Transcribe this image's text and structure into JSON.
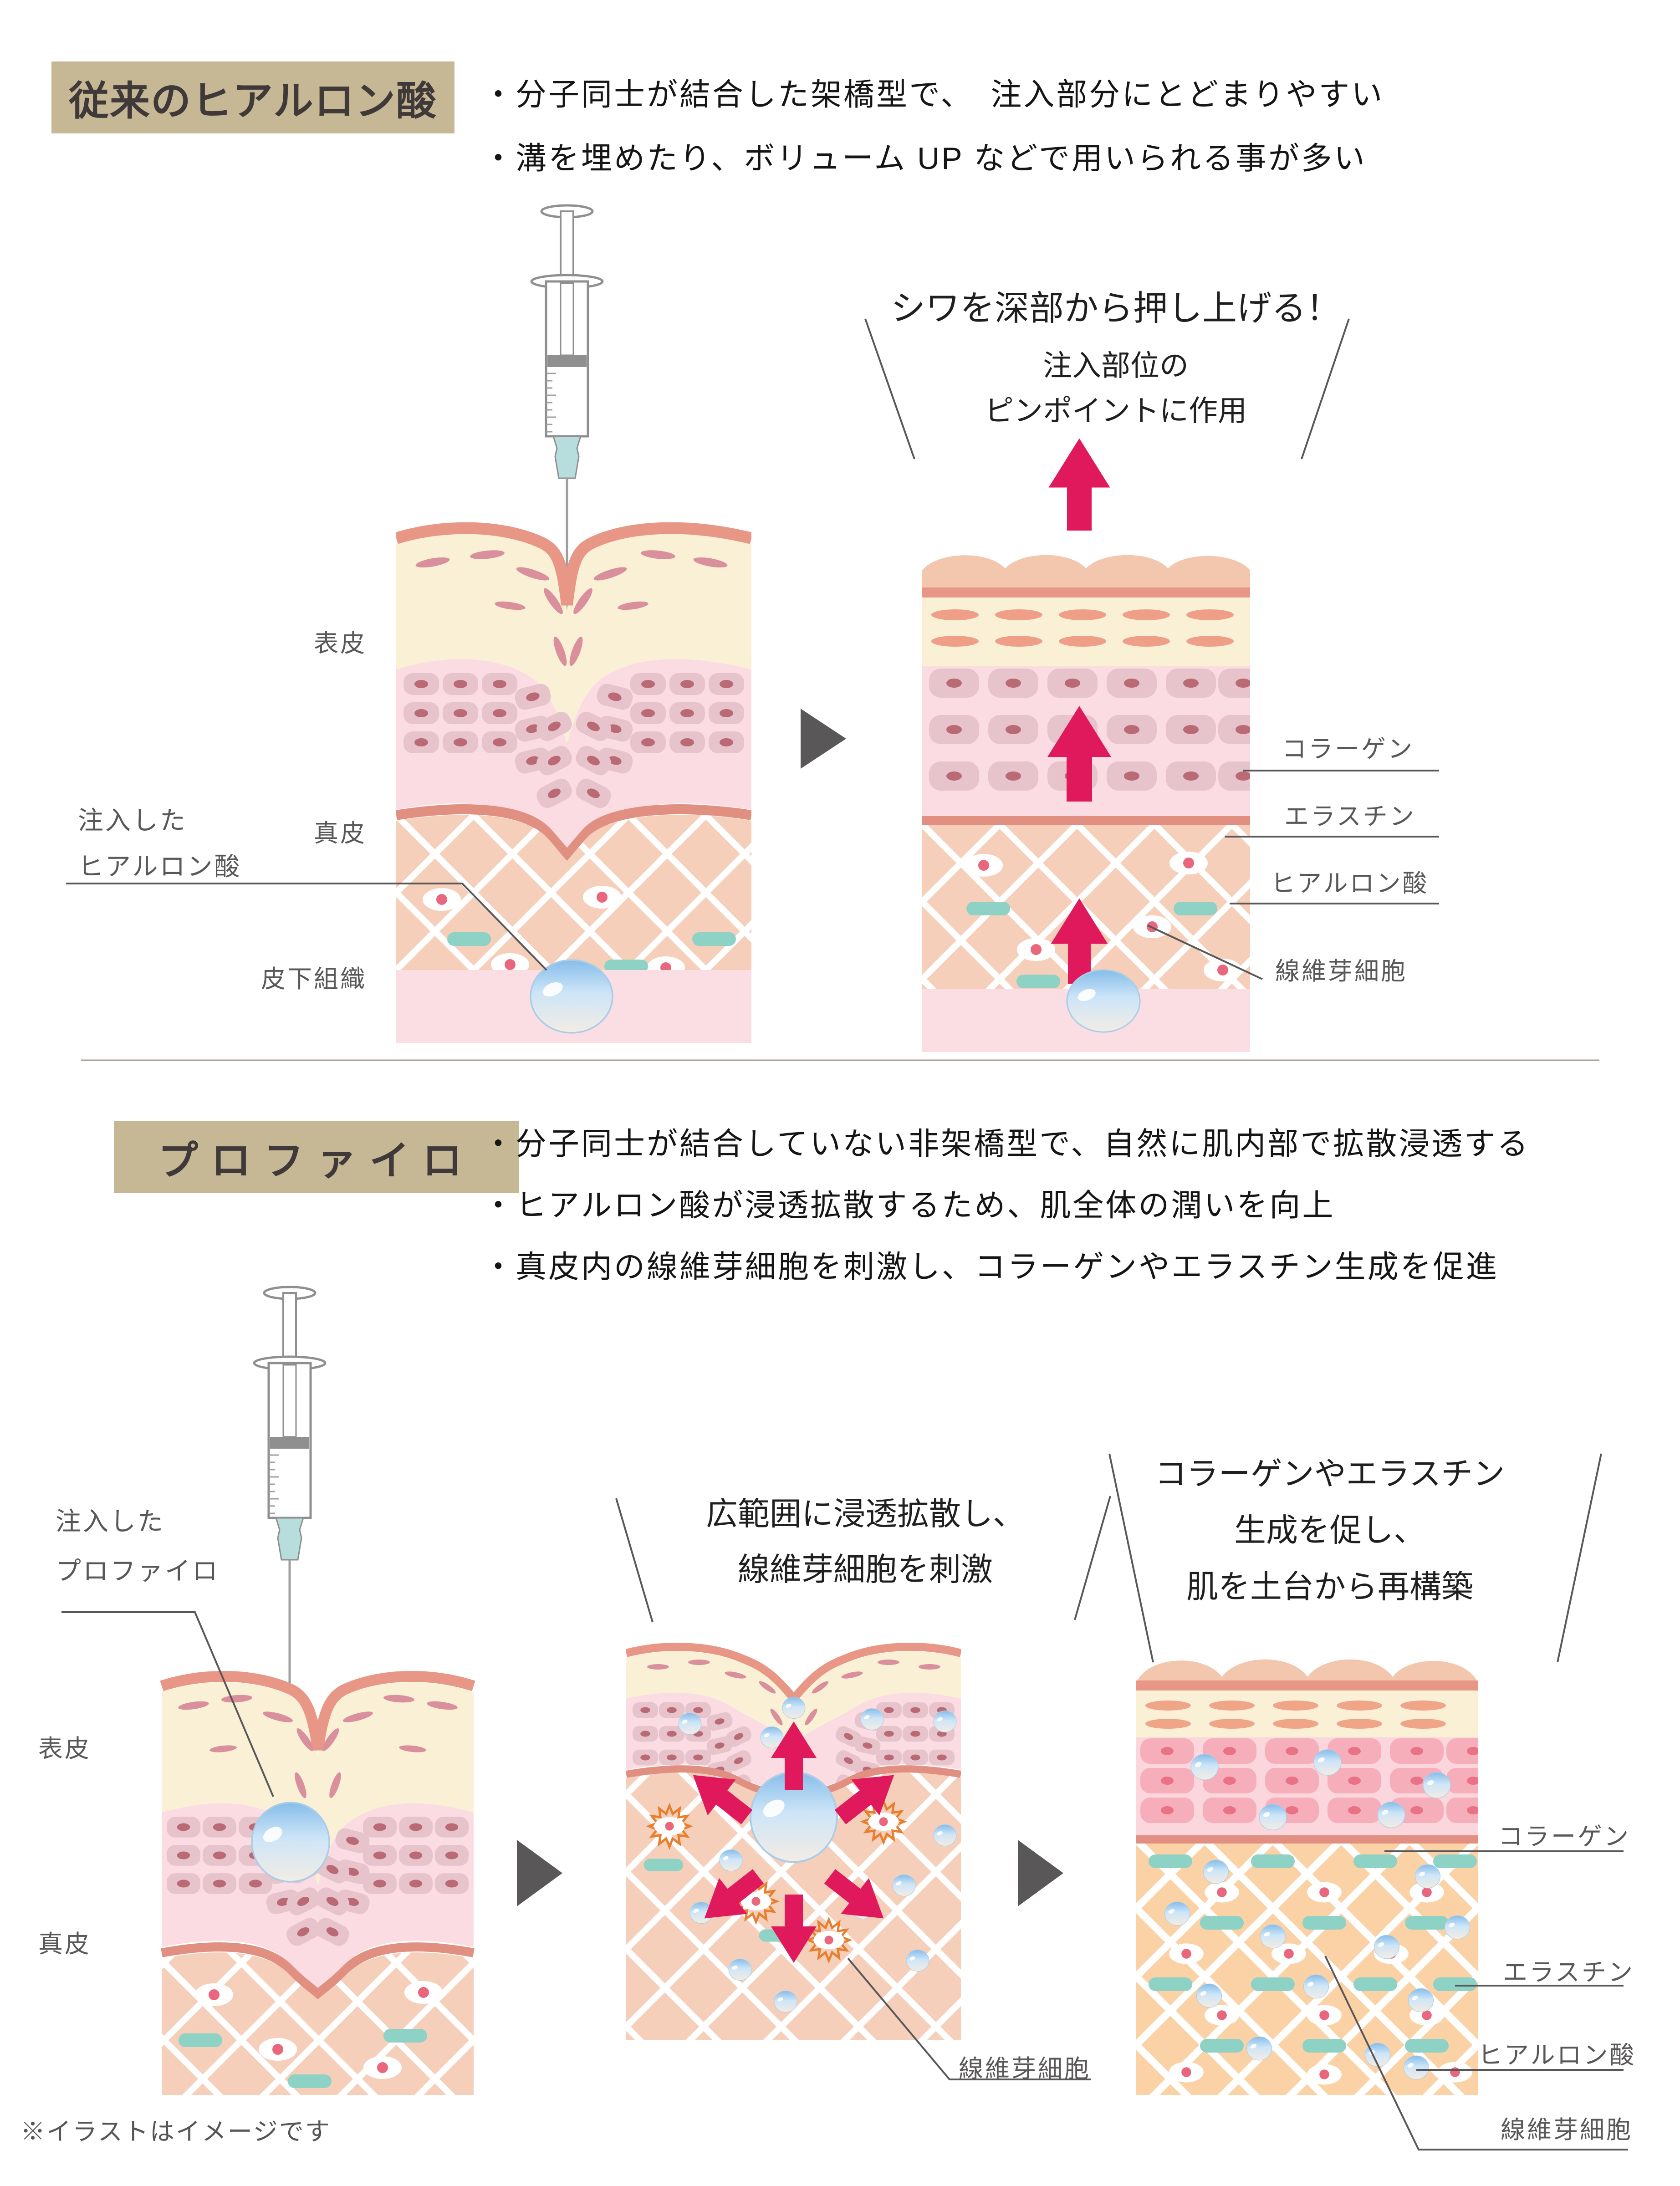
{
  "terms": {
    "epidermis": "表皮",
    "dermis": "真皮",
    "subcutaneous": "皮下組織",
    "collagen": "コラーゲン",
    "elastin": "エラスチン",
    "ha": "ヒアルロン酸",
    "fibroblast": "線維芽細胞",
    "injected": "注入した",
    "profhilo": "プロファイロ"
  },
  "section1": {
    "header": "従来のヒアルロン酸",
    "bullets": [
      "・分子同士が結合した架橋型で、　注入部分にとどまりやすい",
      "・溝を埋めたり、ボリューム UP などで用いられる事が多い"
    ],
    "caption": {
      "line1": "シワを深部から押し上げる！",
      "line2": "注入部位の",
      "line3": "ピンポイントに作用"
    }
  },
  "section2": {
    "header": "プロファイロ",
    "bullets": [
      "・分子同士が結合していない非架橋型で、自然に肌内部で拡散浸透する",
      "・ヒアルロン酸が浸透拡散するため、肌全体の潤いを向上",
      "・真皮内の線維芽細胞を刺激し、コラーゲンやエラスチン生成を促進"
    ],
    "caption_mid": {
      "line1": "広範囲に浸透拡散し、",
      "line2": "線維芽細胞を刺激"
    },
    "caption_right": {
      "line1": "コラーゲンやエラスチン",
      "line2": "生成を促し、",
      "line3": "肌を土台から再構築"
    }
  },
  "note": "※イラストはイメージです",
  "colors": {
    "accent_arrow": "#e0195c",
    "header_bg": "#c6b795",
    "label_gray": "#595757",
    "starburst_orange": "#e87f2f",
    "elastin_teal": "#8ed1c5"
  }
}
